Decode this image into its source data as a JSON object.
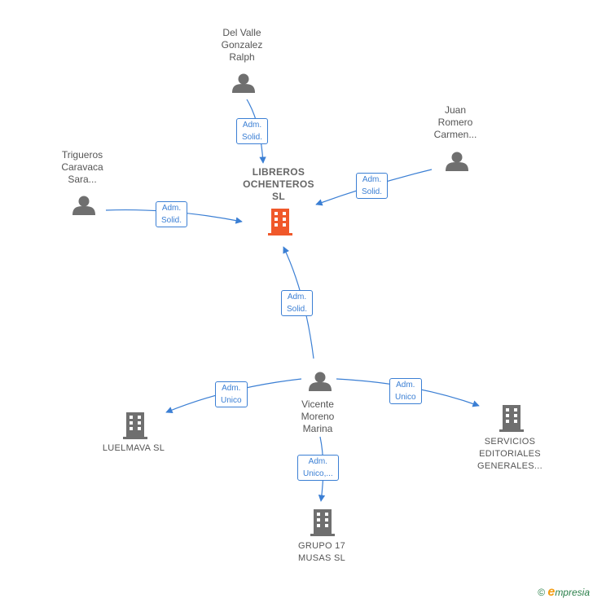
{
  "colors": {
    "edge": "#3b7fd4",
    "person": "#6f6f6f",
    "company": "#6f6f6f",
    "center_company": "#f0582a"
  },
  "center": {
    "name": "LIBREROS\nOCHENTEROS\nSL",
    "icon": "building-icon"
  },
  "persons": [
    {
      "id": "del-valle",
      "name": "Del Valle\nGonzalez\nRalph",
      "icon": "person-icon"
    },
    {
      "id": "juan-romero",
      "name": "Juan\nRomero\nCarmen...",
      "icon": "person-icon"
    },
    {
      "id": "trigueros",
      "name": "Trigueros\nCaravaca\nSara...",
      "icon": "person-icon"
    },
    {
      "id": "vicente",
      "name": "Vicente\nMoreno\nMarina",
      "icon": "person-icon"
    }
  ],
  "companies": [
    {
      "id": "luelmava",
      "name": "LUELMAVA SL",
      "icon": "building-icon"
    },
    {
      "id": "servicios",
      "name": "SERVICIOS\nEDITORIALES\nGENERALES...",
      "icon": "building-icon"
    },
    {
      "id": "grupo17",
      "name": "GRUPO 17\nMUSAS SL",
      "icon": "building-icon"
    }
  ],
  "edges": [
    {
      "id": "e1",
      "label": "Adm.\nSolid."
    },
    {
      "id": "e2",
      "label": "Adm.\nSolid."
    },
    {
      "id": "e3",
      "label": "Adm.\nSolid."
    },
    {
      "id": "e4",
      "label": "Adm.\nSolid."
    },
    {
      "id": "e5",
      "label": "Adm.\nUnico"
    },
    {
      "id": "e6",
      "label": "Adm.\nUnico"
    },
    {
      "id": "e7",
      "label": "Adm.\nUnico,..."
    }
  ],
  "footer": {
    "copyright": "©",
    "brand_initial": "e",
    "brand_rest": "mpresia"
  }
}
